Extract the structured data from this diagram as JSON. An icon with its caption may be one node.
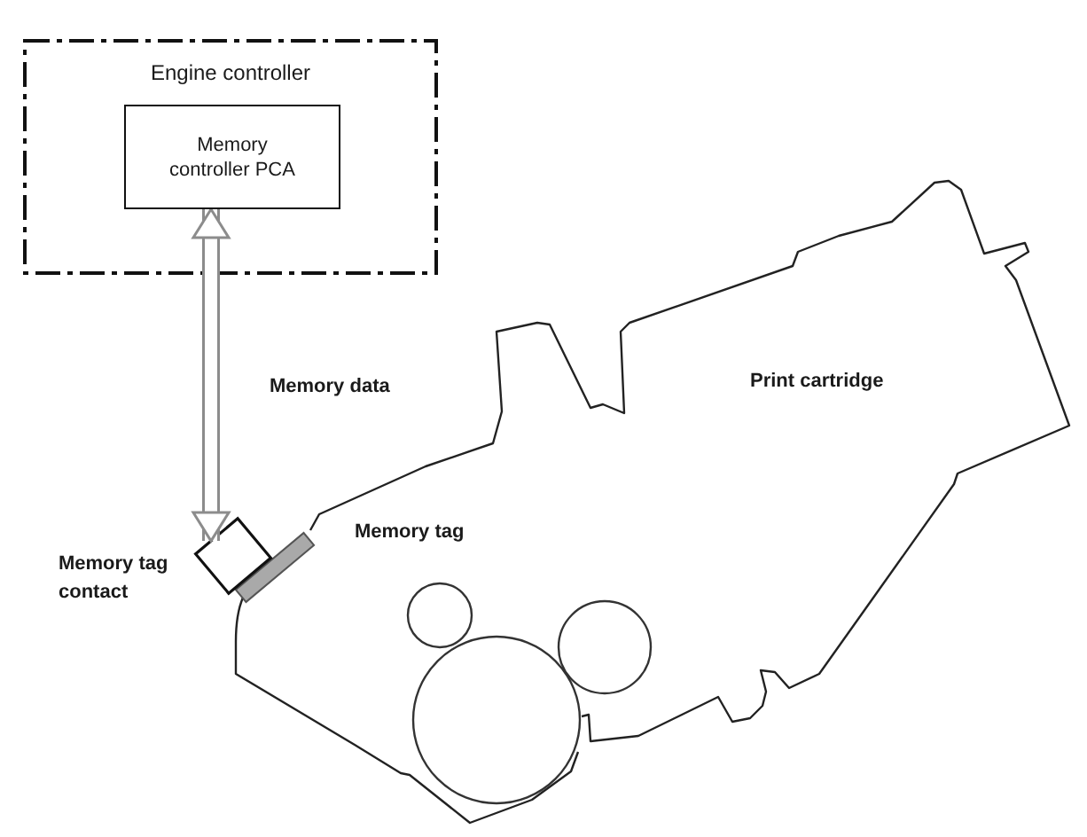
{
  "diagram": {
    "nodes": [
      {
        "text": [
          "Engine controller"
        ]
      },
      {
        "text": [
          "Memory controller PCA"
        ],
        "in": 0
      },
      {
        "text": [
          "Print cartridge"
        ]
      },
      {
        "text": [],
        "shape": "box",
        "beside": [
          "Memory tag contact"
        ]
      }
    ],
    "edges": [
      {
        "from": 1,
        "to": 3,
        "arrow": "both",
        "label": "Memory data",
        "style": "thick",
        "color": "#8c8c8c"
      }
    ],
    "labels": [
      "Memory tag"
    ]
  }
}
